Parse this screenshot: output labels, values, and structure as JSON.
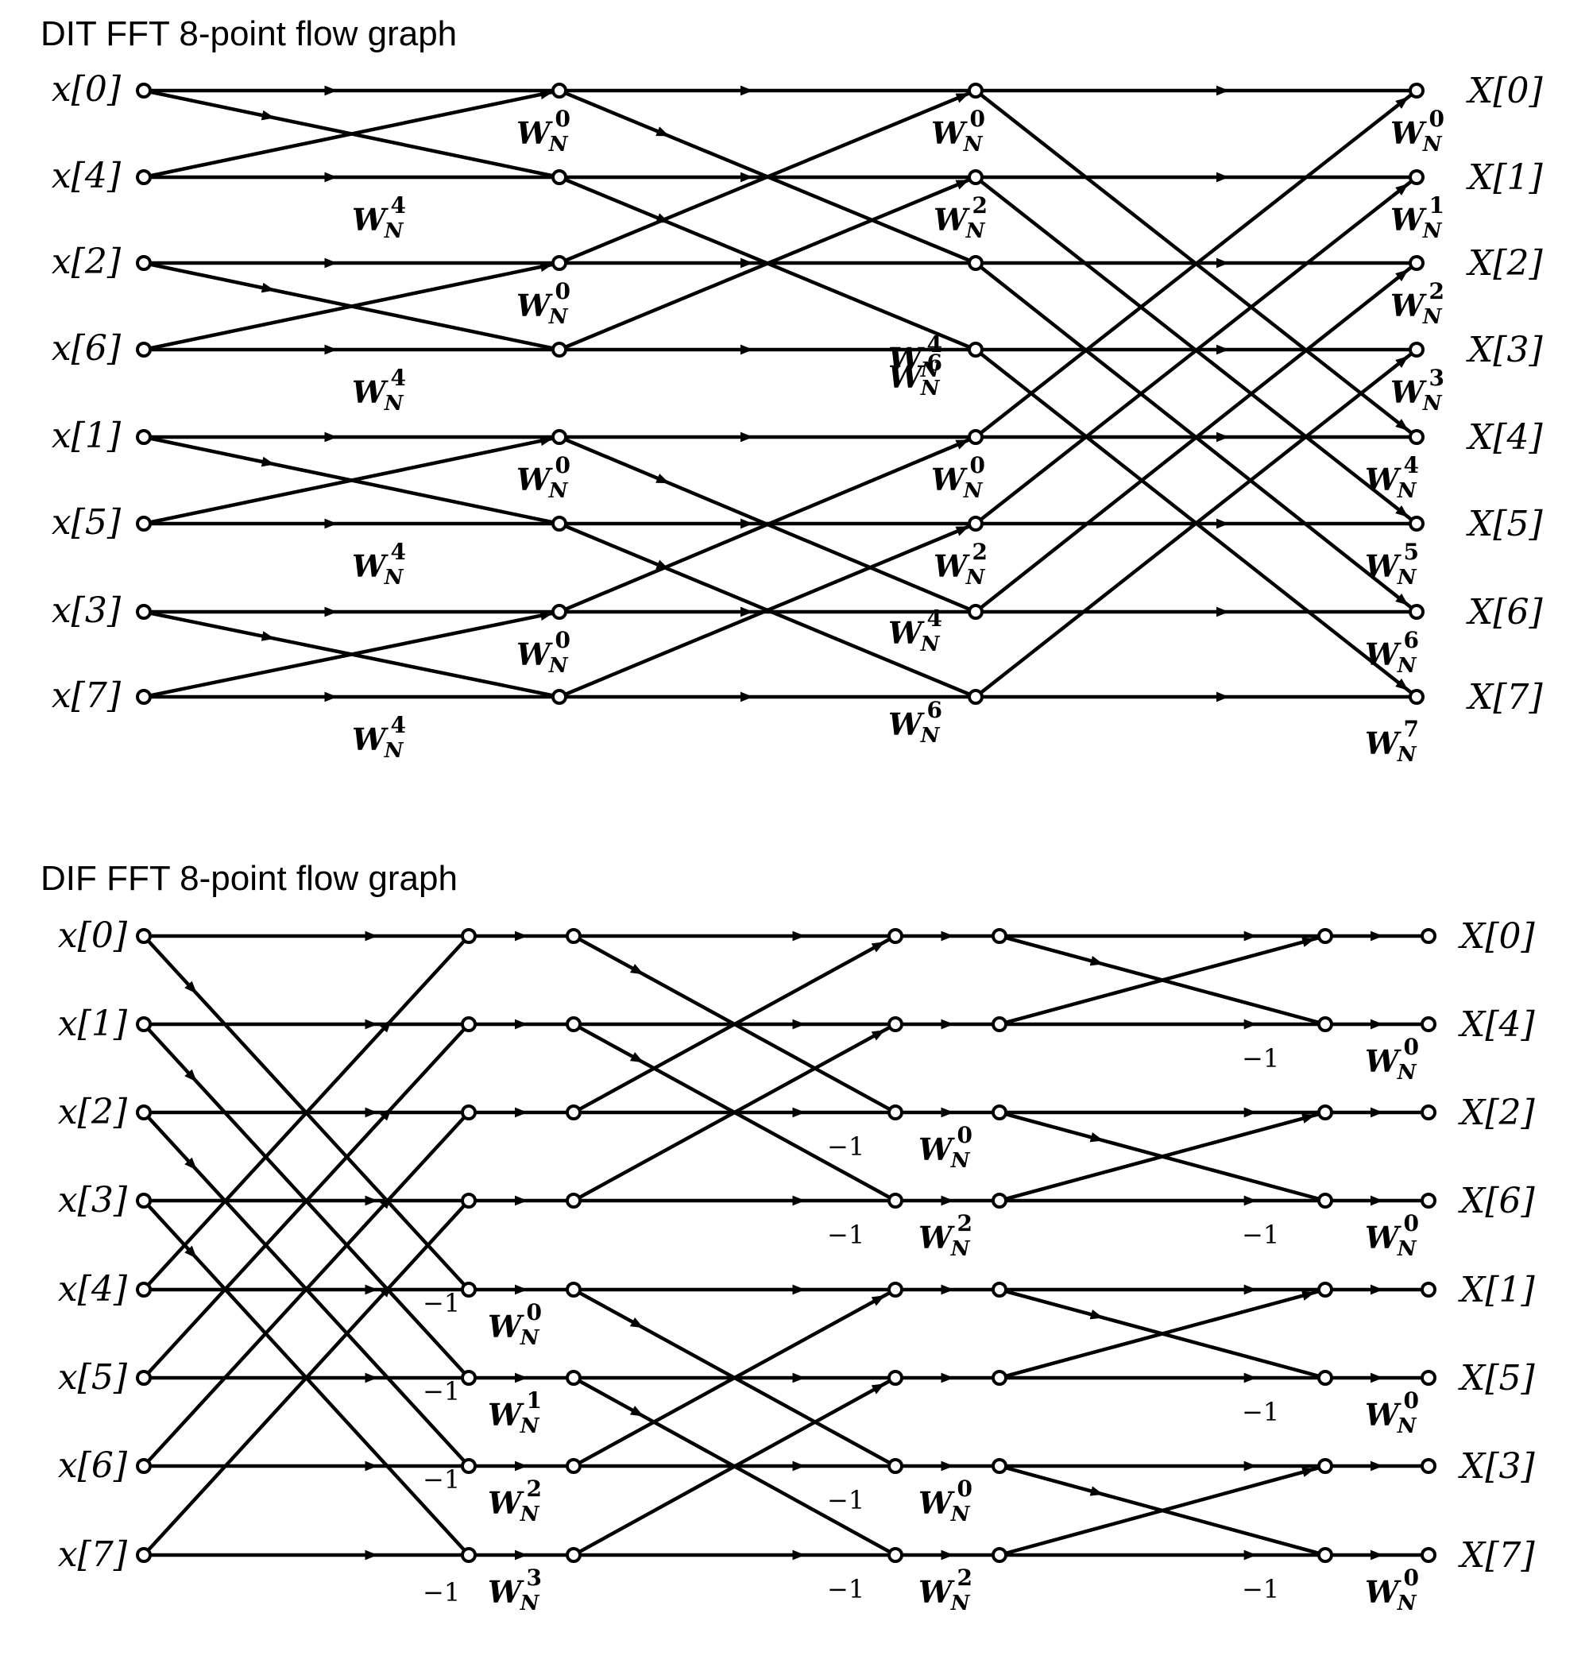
{
  "dit": {
    "title": "DIT FFT 8-point flow graph",
    "inputs": [
      "x[0]",
      "x[4]",
      "x[2]",
      "x[6]",
      "x[1]",
      "x[5]",
      "x[3]",
      "x[7]"
    ],
    "outputs": [
      "X[0]",
      "X[1]",
      "X[2]",
      "X[3]",
      "X[4]",
      "X[5]",
      "X[6]",
      "X[7]"
    ],
    "twiddle_base": "W",
    "twiddle_sub": "N",
    "stage1_twiddles": [
      "0",
      "4",
      "0",
      "4",
      "0",
      "4",
      "0",
      "4"
    ],
    "stage2_twiddles": [
      "0",
      "2",
      "4",
      "6",
      "0",
      "2",
      "4",
      "6"
    ],
    "stage3_twiddles": [
      "0",
      "1",
      "2",
      "3",
      "4",
      "5",
      "6",
      "7"
    ]
  },
  "dif": {
    "title": "DIF FFT 8-point flow graph",
    "inputs": [
      "x[0]",
      "x[1]",
      "x[2]",
      "x[3]",
      "x[4]",
      "x[5]",
      "x[6]",
      "x[7]"
    ],
    "outputs": [
      "X[0]",
      "X[4]",
      "X[2]",
      "X[6]",
      "X[1]",
      "X[5]",
      "X[3]",
      "X[7]"
    ],
    "minus_one_label": "−1",
    "twiddle_base": "W",
    "twiddle_sub": "N",
    "stage1_twiddles": [
      "0",
      "1",
      "2",
      "3"
    ],
    "stage2_twiddles": [
      "0",
      "2",
      "0",
      "2"
    ],
    "stage3_twiddles": [
      "0",
      "0",
      "0",
      "0"
    ]
  }
}
